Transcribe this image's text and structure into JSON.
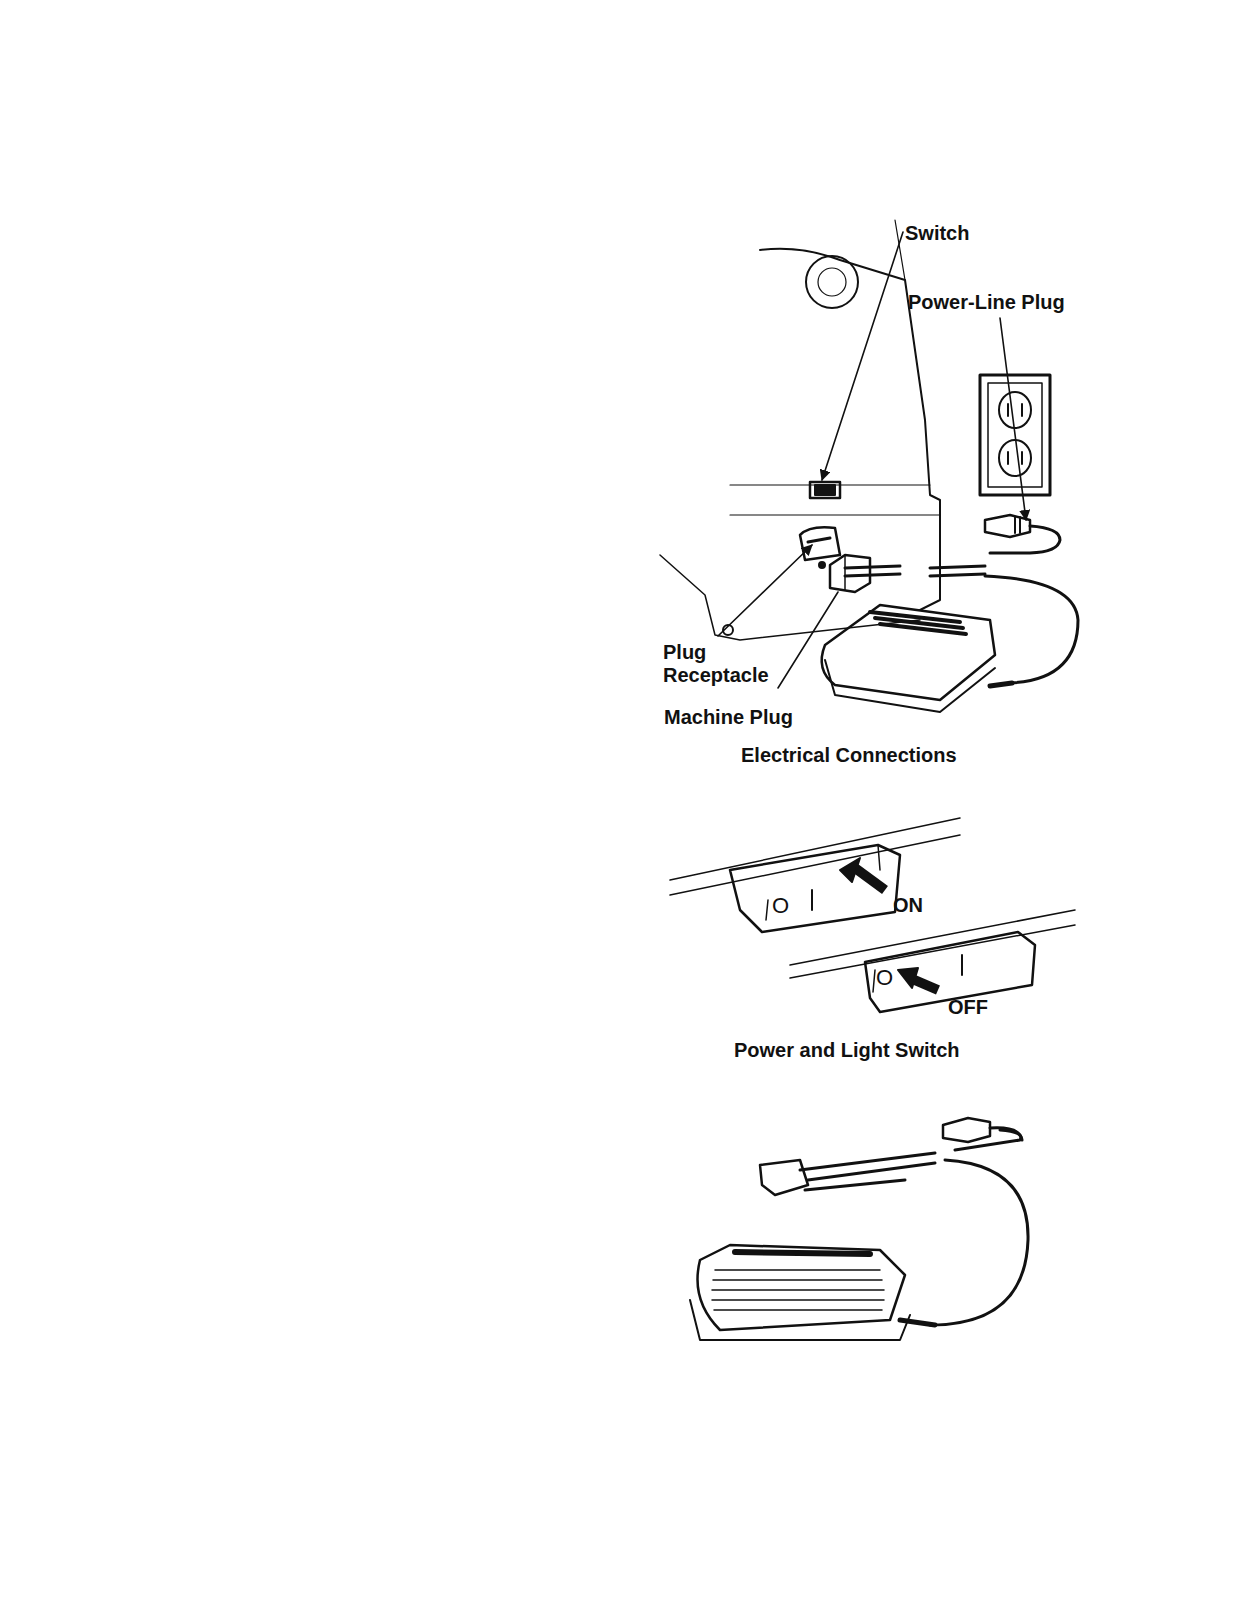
{
  "diagram": {
    "labels": [
      "Switch",
      "Power-Line Plug",
      "Plug Receptacle",
      "Machine Plug",
      "Electrical Connections",
      "O",
      "ON",
      "O",
      "OFF",
      "Power and Light Switch"
    ]
  }
}
